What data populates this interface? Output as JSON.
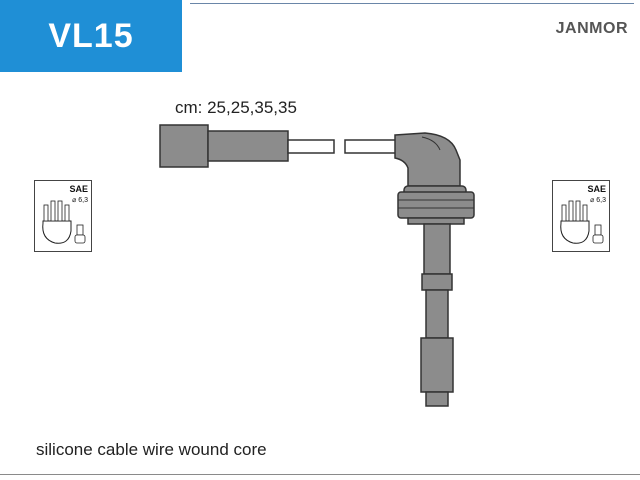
{
  "header": {
    "product_code": "VL15",
    "brand": "JANMOR"
  },
  "cable": {
    "lengths_label": "cm: 25,25,35,35"
  },
  "connectors": {
    "left": {
      "standard": "SAE",
      "diameter": "⌀ 6,3"
    },
    "right": {
      "standard": "SAE",
      "diameter": "⌀ 6,3"
    }
  },
  "footer": {
    "description": "silicone cable wire wound core"
  },
  "colors": {
    "accent": "#1f8fd6",
    "part_fill": "#8c8c8c",
    "outline": "#333333"
  }
}
